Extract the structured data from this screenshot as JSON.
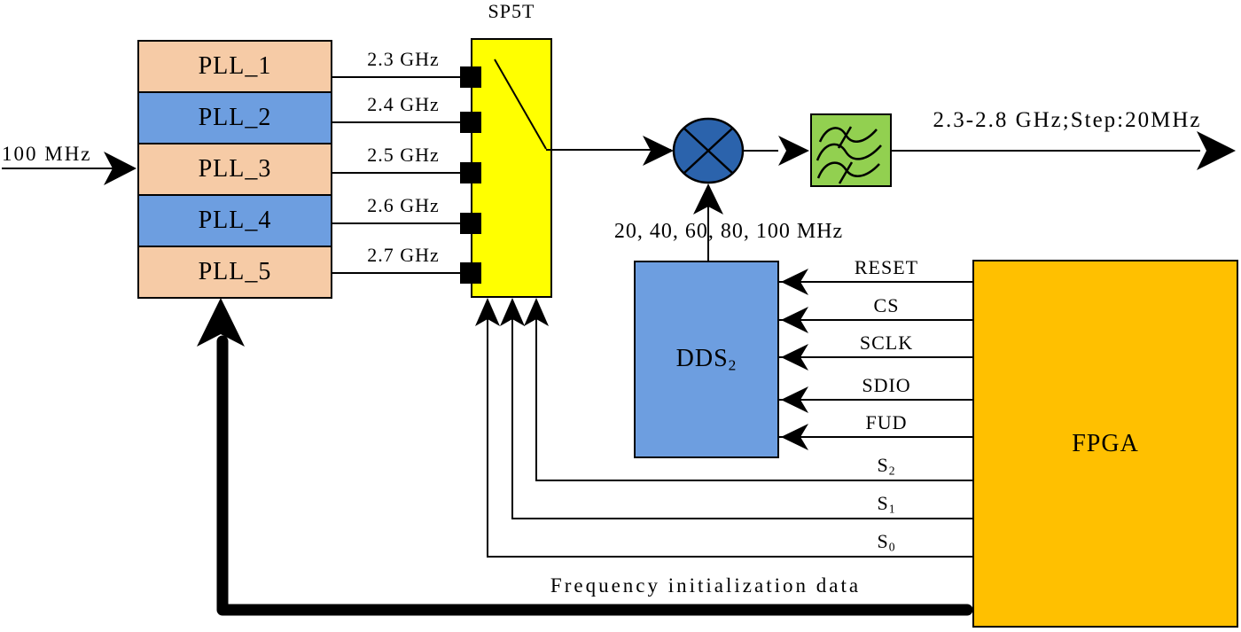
{
  "diagram": {
    "input_label": "100 MHz",
    "pll_blocks": [
      {
        "label": "PLL_1",
        "output_freq": "2.3 GHz"
      },
      {
        "label": "PLL_2",
        "output_freq": "2.4 GHz"
      },
      {
        "label": "PLL_3",
        "output_freq": "2.5 GHz"
      },
      {
        "label": "PLL_4",
        "output_freq": "2.6 GHz"
      },
      {
        "label": "PLL_5",
        "output_freq": "2.7 GHz"
      }
    ],
    "switch_label": "SP5T",
    "dds_label": {
      "base": "DDS",
      "sub": "2"
    },
    "dds_output_label": "20, 40, 60, 80, 100 MHz",
    "fpga_label": "FPGA",
    "control_signals": [
      "RESET",
      "CS",
      "SCLK",
      "SDIO",
      "FUD"
    ],
    "select_signals": [
      {
        "base": "S",
        "sub": "2"
      },
      {
        "base": "S",
        "sub": "1"
      },
      {
        "base": "S",
        "sub": "0"
      }
    ],
    "output_label": "2.3-2.8 GHz;Step:20MHz",
    "feedback_label": "Frequency initialization data",
    "colors": {
      "pll_peach": "#F6CBA6",
      "pll_blue": "#6D9EE0",
      "switch_yellow": "#FFFF00",
      "dds_blue": "#6D9EE0",
      "fpga_orange": "#FFC000",
      "filter_green": "#92D050",
      "mixer_blue": "#2B63AC",
      "line_black": "#000000"
    }
  }
}
